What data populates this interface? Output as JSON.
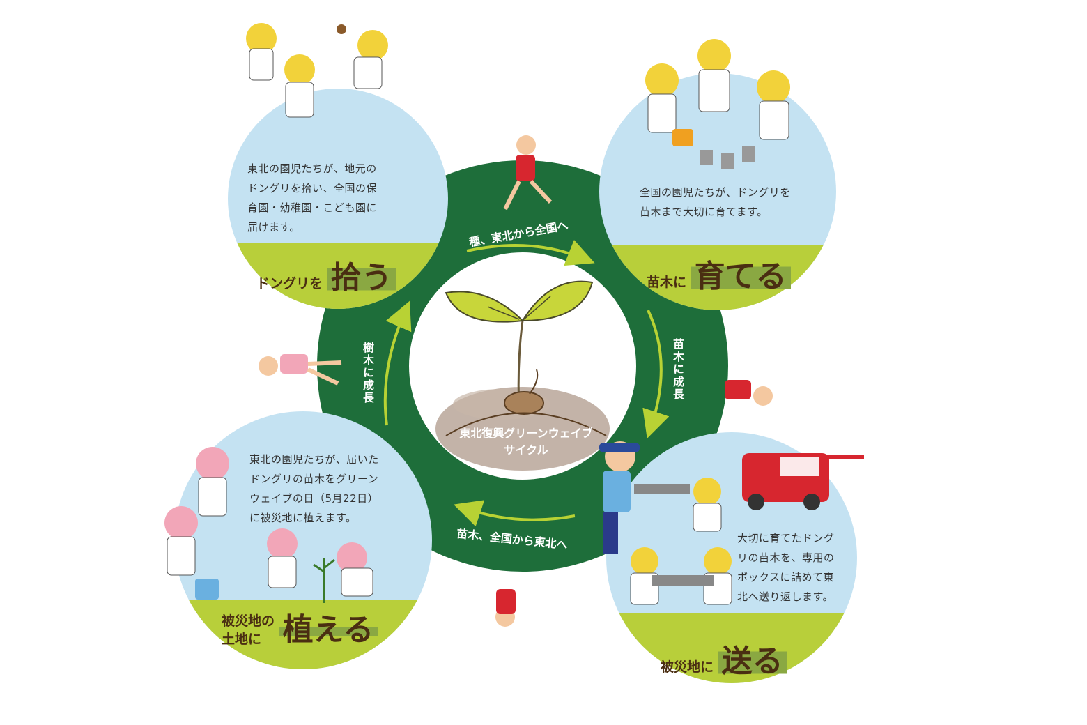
{
  "center": {
    "line1": "東北復興グリーンウェイブ",
    "line2": "サイクル"
  },
  "ring_labels": {
    "top": "種、東北から全国へ",
    "right": "苗木に成長",
    "bottom": "苗木、全国から東北へ",
    "left": "樹木に成長"
  },
  "steps": [
    {
      "id": "pick",
      "description": "東北の園児たちが、地元の\nドングリを拾い、全国の保\n育園・幼稚園・こども園に\n届けます。",
      "title_small": "ドングリを",
      "title_big": "拾う"
    },
    {
      "id": "grow",
      "description": "全国の園児たちが、ドングリを\n苗木まで大切に育てます。",
      "title_small": "苗木に",
      "title_big": "育てる"
    },
    {
      "id": "plant",
      "description": "東北の園児たちが、届いた\nドングリの苗木をグリーン\nウェイブの日（5月22日）\nに被災地に植えます。",
      "title_small_line1": "被災地の",
      "title_small_line2": "土地に",
      "title_big": "植える"
    },
    {
      "id": "send",
      "description": "大切に育てたドング\nリの苗木を、専用の\nボックスに詰めて東\n北へ送り返します。",
      "title_small": "被災地に",
      "title_big": "送る"
    }
  ],
  "colors": {
    "ring": "#1e6e3a",
    "sky": "#c4e2f2",
    "grass": "#b8cf3a",
    "accent_green": "#8aa842",
    "title_brown": "#4a2e12",
    "arrow": "#b8d234"
  }
}
